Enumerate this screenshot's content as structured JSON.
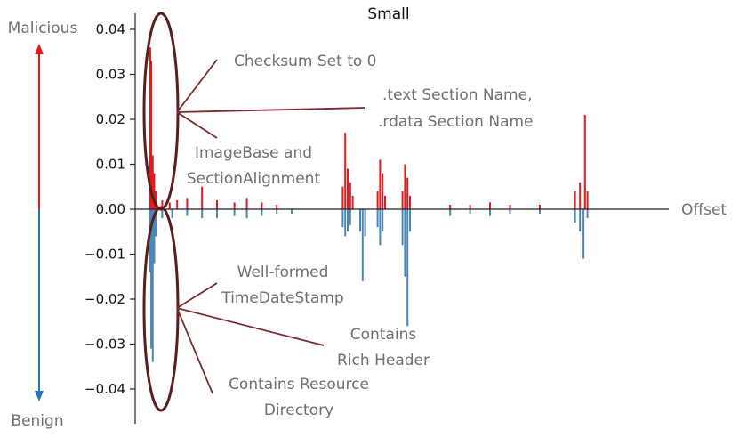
{
  "chart_data": {
    "type": "bar",
    "title": "Small",
    "xlabel": "Offset",
    "ylabel": "",
    "ylim": [
      -0.045,
      0.043
    ],
    "y_ticks": [
      0.04,
      0.03,
      0.02,
      0.01,
      0.0,
      -0.01,
      -0.02,
      -0.03,
      -0.04
    ],
    "y_tick_labels": [
      "0.04",
      "0.03",
      "0.02",
      "0.01",
      "0.00",
      "−0.01",
      "−0.02",
      "−0.03",
      "−0.04"
    ],
    "x_range": [
      0,
      1000
    ],
    "series": [
      {
        "color": "#e31a1c",
        "points": [
          [
            16,
            0.036
          ],
          [
            18,
            0.033
          ],
          [
            21,
            0.012
          ],
          [
            24,
            0.008
          ],
          [
            27,
            0.004
          ],
          [
            40,
            0.002
          ],
          [
            55,
            0.0015
          ],
          [
            70,
            0.002
          ],
          [
            90,
            0.0025
          ],
          [
            120,
            0.005
          ],
          [
            150,
            0.002
          ],
          [
            185,
            0.0015
          ],
          [
            210,
            0.0025
          ],
          [
            240,
            0.0015
          ],
          [
            270,
            0.001
          ],
          [
            340,
            0.005
          ],
          [
            345,
            0.017
          ],
          [
            350,
            0.009
          ],
          [
            355,
            0.006
          ],
          [
            360,
            0.003
          ],
          [
            410,
            0.004
          ],
          [
            415,
            0.011
          ],
          [
            420,
            0.008
          ],
          [
            425,
            0.003
          ],
          [
            460,
            0.004
          ],
          [
            465,
            0.01
          ],
          [
            470,
            0.007
          ],
          [
            475,
            0.003
          ],
          [
            520,
            0.001
          ],
          [
            560,
            0.001
          ],
          [
            600,
            0.0015
          ],
          [
            640,
            0.001
          ],
          [
            700,
            0.001
          ],
          [
            735,
            0.004
          ],
          [
            745,
            0.006
          ],
          [
            755,
            0.021
          ],
          [
            760,
            0.004
          ]
        ]
      },
      {
        "color": "#4a86b8",
        "points": [
          [
            16,
            -0.014
          ],
          [
            18,
            -0.031
          ],
          [
            21,
            -0.034
          ],
          [
            24,
            -0.012
          ],
          [
            27,
            -0.006
          ],
          [
            40,
            -0.002
          ],
          [
            60,
            -0.002
          ],
          [
            90,
            -0.0015
          ],
          [
            120,
            -0.002
          ],
          [
            150,
            -0.002
          ],
          [
            185,
            -0.0015
          ],
          [
            210,
            -0.002
          ],
          [
            240,
            -0.0015
          ],
          [
            270,
            -0.001
          ],
          [
            300,
            -0.001
          ],
          [
            340,
            -0.004
          ],
          [
            345,
            -0.006
          ],
          [
            350,
            -0.005
          ],
          [
            355,
            -0.0035
          ],
          [
            375,
            -0.005
          ],
          [
            380,
            -0.016
          ],
          [
            385,
            -0.006
          ],
          [
            410,
            -0.004
          ],
          [
            415,
            -0.008
          ],
          [
            420,
            -0.005
          ],
          [
            460,
            -0.008
          ],
          [
            465,
            -0.015
          ],
          [
            470,
            -0.026
          ],
          [
            475,
            -0.005
          ],
          [
            520,
            -0.0015
          ],
          [
            560,
            -0.001
          ],
          [
            600,
            -0.0015
          ],
          [
            640,
            -0.001
          ],
          [
            700,
            -0.001
          ],
          [
            735,
            -0.003
          ],
          [
            745,
            -0.005
          ],
          [
            752,
            -0.011
          ],
          [
            760,
            -0.002
          ]
        ]
      }
    ]
  },
  "annotations": {
    "checksum": "Checksum Set to 0",
    "text_section_1": ".text Section Name,",
    "text_section_2": ".rdata Section Name",
    "imagebase_1": "ImageBase and",
    "imagebase_2": "SectionAlignment",
    "timedatestamp_1": "Well-formed",
    "timedatestamp_2": "TimeDateStamp",
    "rich_header_1": "Contains",
    "rich_header_2": "Rich Header",
    "resource_dir_1": "Contains Resource",
    "resource_dir_2": "Directory"
  },
  "side_labels": {
    "top": "Malicious",
    "bottom": "Benign"
  },
  "colors": {
    "malicious": "#e31a1c",
    "benign": "#1f77c4",
    "annotation_line": "#7b2b2b",
    "ellipse": "#5a1d1d"
  }
}
